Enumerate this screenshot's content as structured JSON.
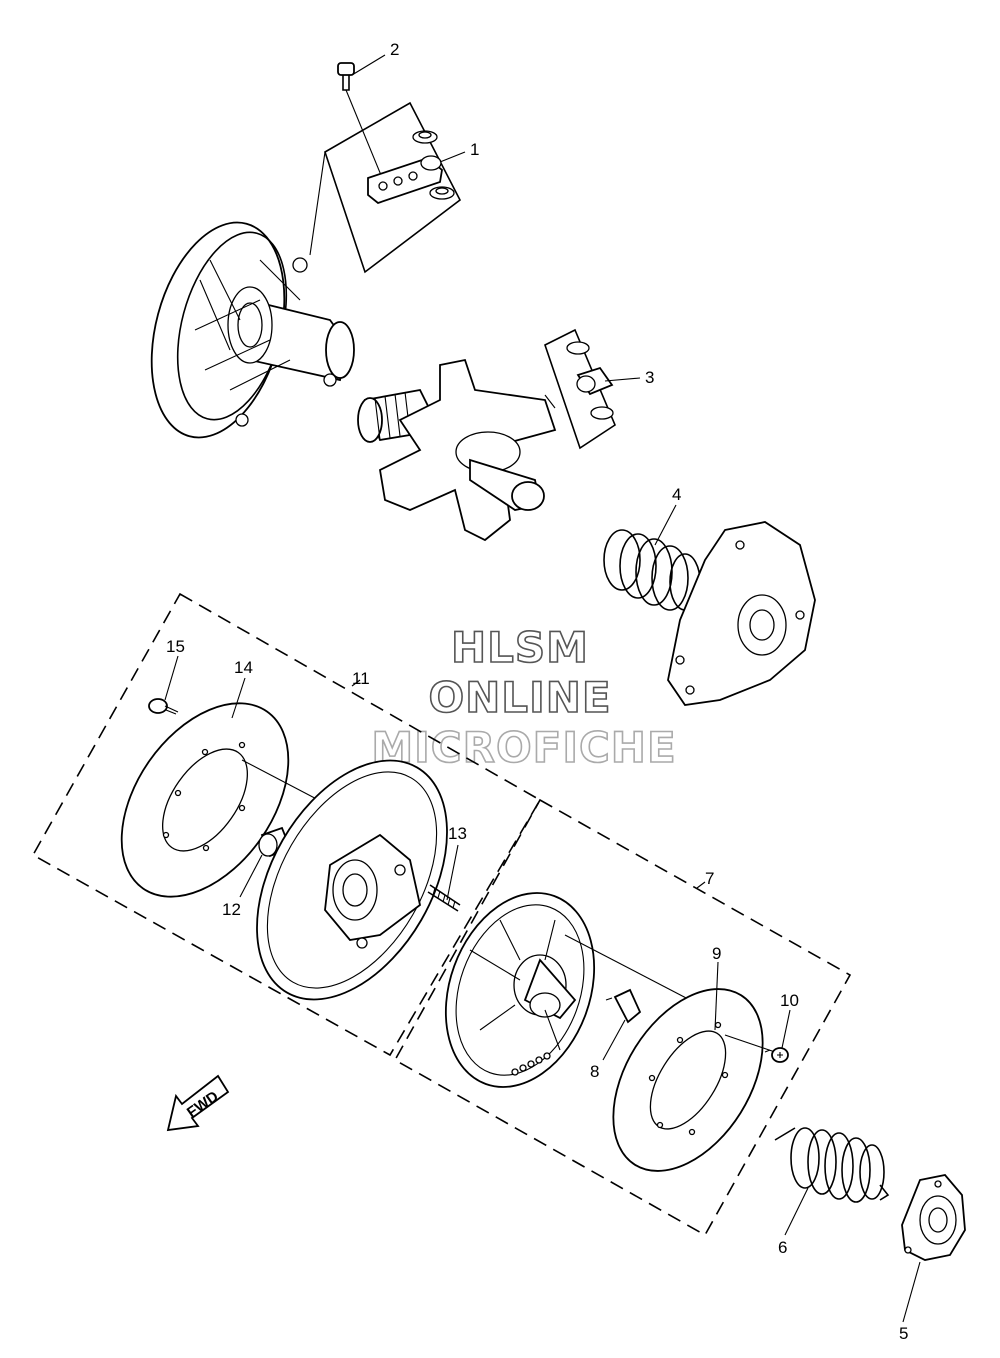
{
  "watermark": {
    "line1": "HLSM",
    "line2": "ONLINE",
    "line3": "MICROFICHE"
  },
  "direction_label": "FWD",
  "callouts": [
    {
      "id": "1",
      "text": "1"
    },
    {
      "id": "2",
      "text": "2"
    },
    {
      "id": "3",
      "text": "3"
    },
    {
      "id": "4",
      "text": "4"
    },
    {
      "id": "5",
      "text": "5"
    },
    {
      "id": "6",
      "text": "6"
    },
    {
      "id": "7",
      "text": "7"
    },
    {
      "id": "8",
      "text": "8"
    },
    {
      "id": "9",
      "text": "9"
    },
    {
      "id": "10",
      "text": "10"
    },
    {
      "id": "11",
      "text": "11"
    },
    {
      "id": "12",
      "text": "12"
    },
    {
      "id": "13",
      "text": "13"
    },
    {
      "id": "14",
      "text": "14"
    },
    {
      "id": "15",
      "text": "15"
    }
  ]
}
